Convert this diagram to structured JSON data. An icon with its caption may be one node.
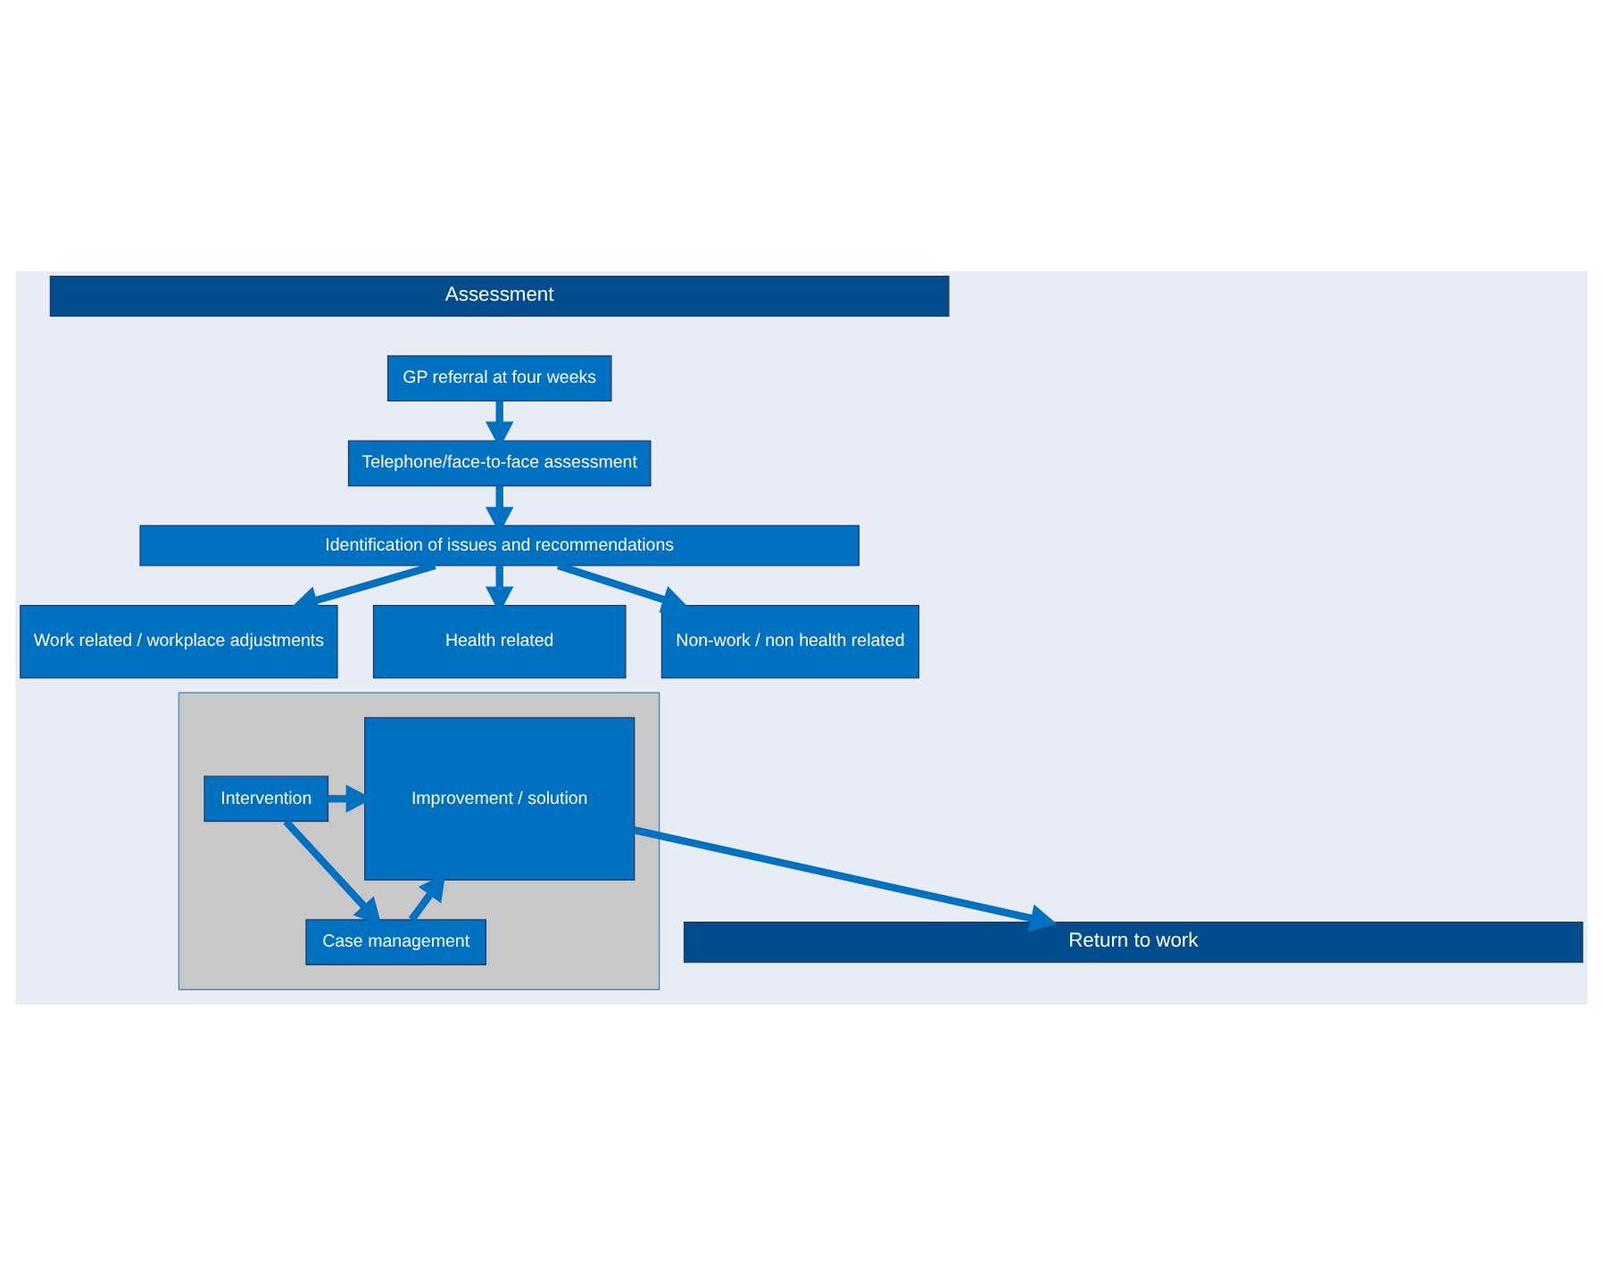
{
  "diagram": {
    "nodes": [
      {
        "text": [
          "Assessment"
        ]
      },
      {
        "text": [
          "GP referral at four weeks"
        ]
      },
      {
        "text": [
          "Telephone/face-to-face assessment"
        ]
      },
      {
        "text": [
          "Identification of issues and recommendations"
        ]
      },
      {
        "text": [
          "Work related / workplace adjustments"
        ]
      },
      {
        "text": [
          "Health related"
        ]
      },
      {
        "text": [
          "Non-work / non health related"
        ]
      },
      {
        "text": [],
        "shape": "triangle"
      },
      {
        "text": [
          "Improvement / solution"
        ],
        "in": 7
      },
      {
        "text": [
          "Intervention"
        ],
        "in": 7
      },
      {
        "text": [
          "Case management"
        ],
        "in": 7
      },
      {
        "text": [
          "Return to work"
        ]
      }
    ],
    "edges": [
      {
        "from": 1,
        "to": 2,
        "arrow": "to"
      },
      {
        "from": 2,
        "to": 3,
        "arrow": "to"
      },
      {
        "from": 3,
        "to": 4,
        "arrow": "to"
      },
      {
        "from": 3,
        "to": 5,
        "arrow": "to"
      },
      {
        "from": 3,
        "to": 6,
        "arrow": "to"
      },
      {
        "from": 9,
        "to": 8,
        "arrow": "to"
      },
      {
        "from": 9,
        "to": 10,
        "arrow": "to"
      },
      {
        "from": 10,
        "to": 8,
        "arrow": "to"
      },
      {
        "from": 8,
        "to": 11,
        "arrow": "to"
      }
    ]
  }
}
